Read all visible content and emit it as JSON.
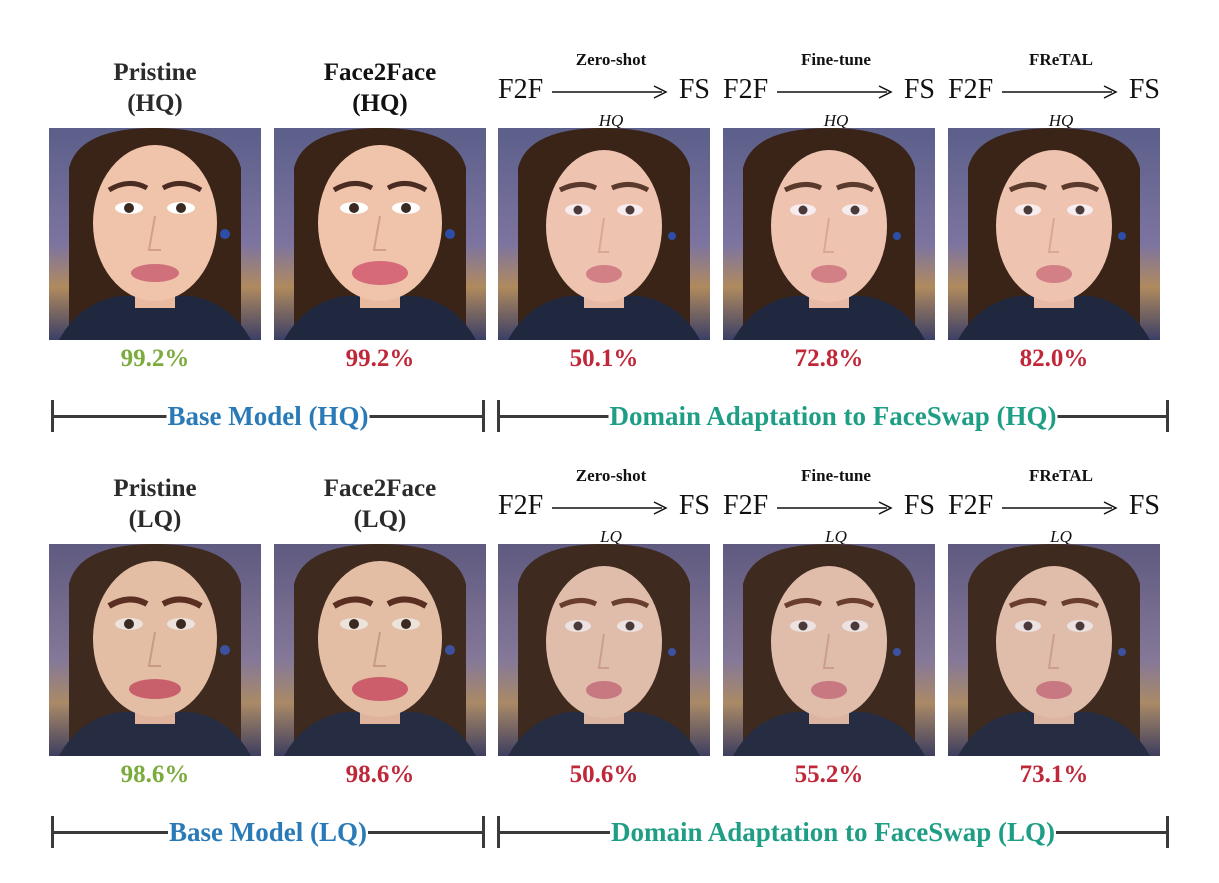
{
  "colors": {
    "pristine_acc": "#7aab3c",
    "fake_acc": "#c0283a",
    "base_label": "#2a7ab8",
    "adapt_label": "#1f9e86",
    "bracket": "#3a3a3a"
  },
  "rows": [
    {
      "panels": [
        {
          "kind": "label",
          "line1": "Pristine",
          "line2": "(HQ)",
          "accuracy": "99.2%",
          "acc_color": "pristine_acc"
        },
        {
          "kind": "label",
          "line1": "Face2Face",
          "line2": "(HQ)",
          "accuracy": "99.2%",
          "acc_color": "fake_acc"
        },
        {
          "kind": "arrow",
          "src": "F2F",
          "method": "Zero-shot",
          "dst": "FS",
          "quality": "HQ",
          "accuracy": "50.1%",
          "acc_color": "fake_acc"
        },
        {
          "kind": "arrow",
          "src": "F2F",
          "method": "Fine-tune",
          "dst": "FS",
          "quality": "HQ",
          "accuracy": "72.8%",
          "acc_color": "fake_acc"
        },
        {
          "kind": "arrow",
          "src": "F2F",
          "method": "FReTAL",
          "dst": "FS",
          "quality": "HQ",
          "accuracy": "82.0%",
          "acc_color": "fake_acc"
        }
      ],
      "brackets": {
        "base": "Base Model (HQ)",
        "adapt": "Domain Adaptation to FaceSwap (HQ)"
      }
    },
    {
      "panels": [
        {
          "kind": "label",
          "line1": "Pristine",
          "line2": "(LQ)",
          "accuracy": "98.6%",
          "acc_color": "pristine_acc"
        },
        {
          "kind": "label",
          "line1": "Face2Face",
          "line2": "(LQ)",
          "accuracy": "98.6%",
          "acc_color": "fake_acc"
        },
        {
          "kind": "arrow",
          "src": "F2F",
          "method": "Zero-shot",
          "dst": "FS",
          "quality": "LQ",
          "accuracy": "50.6%",
          "acc_color": "fake_acc"
        },
        {
          "kind": "arrow",
          "src": "F2F",
          "method": "Fine-tune",
          "dst": "FS",
          "quality": "LQ",
          "accuracy": "55.2%",
          "acc_color": "fake_acc"
        },
        {
          "kind": "arrow",
          "src": "F2F",
          "method": "FReTAL",
          "dst": "FS",
          "quality": "LQ",
          "accuracy": "73.1%",
          "acc_color": "fake_acc"
        }
      ],
      "brackets": {
        "base": "Base Model (LQ)",
        "adapt": "Domain Adaptation to FaceSwap (LQ)"
      }
    }
  ]
}
